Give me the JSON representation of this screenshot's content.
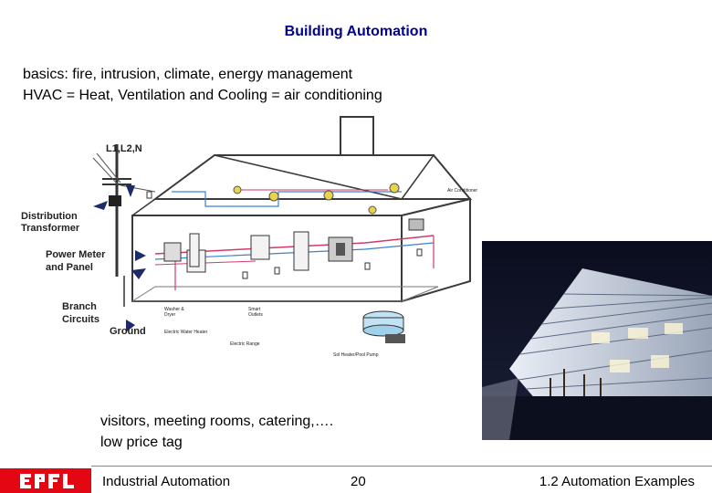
{
  "slide": {
    "title": "Building Automation",
    "bullets": [
      "basics: fire, intrusion, climate, energy management",
      "HVAC = Heat, Ventilation and Cooling = air conditioning"
    ],
    "notes": [
      "visitors, meeting rooms, catering,….",
      "low price tag"
    ]
  },
  "diagram": {
    "labels": {
      "supply": "L1,L2,N",
      "distribution_1": "Distribution",
      "distribution_2": "Transformer",
      "power_1": "Power Meter",
      "power_2": "and Panel",
      "branch_1": "Branch",
      "branch_2": "Circuits",
      "ground": "Ground",
      "air_conditioner": "Air Conditioner",
      "washer_1": "Washer &",
      "washer_2": "Dryer",
      "water_heater": "Electric Water Heater",
      "smart_1": "Smart",
      "smart_2": "Outlets",
      "range": "Electric Range",
      "pool": "Sol Heater/Pool Pump"
    },
    "colors": {
      "wire_red": "#d23a6a",
      "wire_blue": "#3a82c9",
      "outline": "#3a3a3a"
    }
  },
  "footer": {
    "logo": "EPFL",
    "course": "Industrial Automation",
    "page": "20",
    "section": "1.2 Automation Examples"
  }
}
